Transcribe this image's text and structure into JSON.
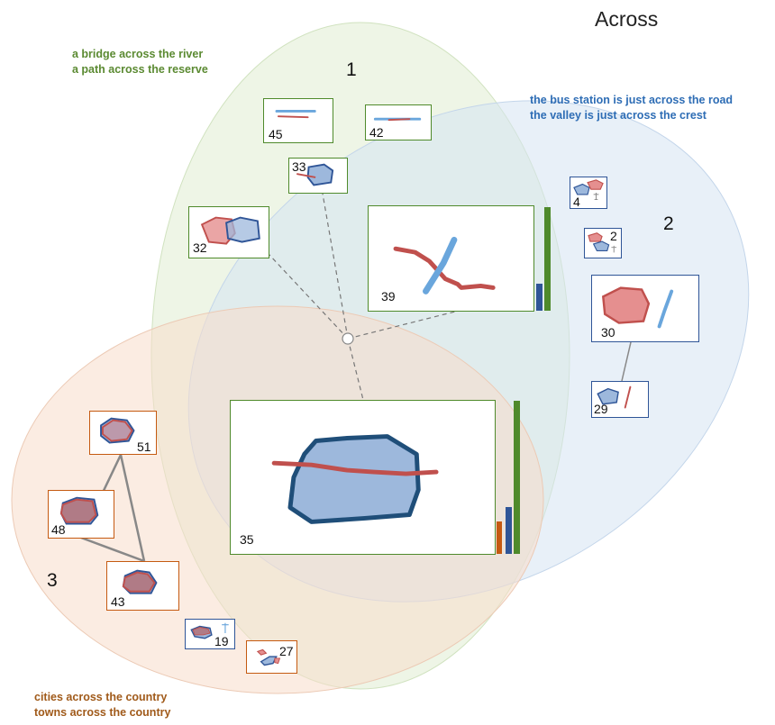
{
  "title": "Across",
  "clusters": [
    {
      "number": "1",
      "captions": [
        "a bridge across the river",
        "a path across the reserve"
      ]
    },
    {
      "number": "2",
      "captions": [
        "the bus station is just across the road",
        "the valley is just across the crest"
      ]
    },
    {
      "number": "3",
      "captions": [
        "cities across the country",
        "towns across the country"
      ]
    }
  ],
  "thumbnails": [
    "45",
    "42",
    "33",
    "32",
    "39",
    "4",
    "2",
    "30",
    "29",
    "51",
    "35",
    "48",
    "43",
    "19",
    "27"
  ],
  "colors": {
    "green": "#4f8a2b",
    "blue": "#2f5597",
    "orange": "#c55a11"
  }
}
